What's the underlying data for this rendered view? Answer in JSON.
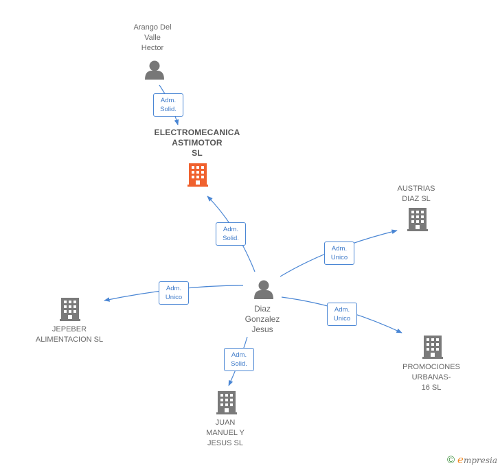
{
  "nodes": {
    "arango": {
      "lines": [
        "Arango Del",
        "Valle",
        "Hector"
      ]
    },
    "electromecanica": {
      "lines": [
        "ELECTROMECANICA",
        "ASTIMOTOR",
        "SL"
      ]
    },
    "austrias": {
      "lines": [
        "AUSTRIAS",
        "DIAZ  SL"
      ]
    },
    "diaz": {
      "lines": [
        "Diaz",
        "Gonzalez",
        "Jesus"
      ]
    },
    "jepeber": {
      "lines": [
        "JEPEBER",
        "ALIMENTACION SL"
      ]
    },
    "promociones": {
      "lines": [
        "PROMOCIONES",
        "URBANAS-",
        "16 SL"
      ]
    },
    "juan": {
      "lines": [
        "JUAN",
        "MANUEL Y",
        "JESUS  SL"
      ]
    }
  },
  "edges": {
    "arango_electro": [
      "Adm.",
      "Solid."
    ],
    "diaz_electro": [
      "Adm.",
      "Solid."
    ],
    "diaz_austrias": [
      "Adm.",
      "Unico"
    ],
    "diaz_jepeber": [
      "Adm.",
      "Unico"
    ],
    "diaz_promociones": [
      "Adm.",
      "Unico"
    ],
    "diaz_juan": [
      "Adm.",
      "Solid."
    ]
  },
  "colors": {
    "edge": "#4a86d4",
    "person": "#777777",
    "company": "#7a7a7a",
    "main_company": "#f0612e"
  },
  "footer": {
    "copyright": "©",
    "brand_e": "e",
    "brand_rest": "mpresia"
  }
}
